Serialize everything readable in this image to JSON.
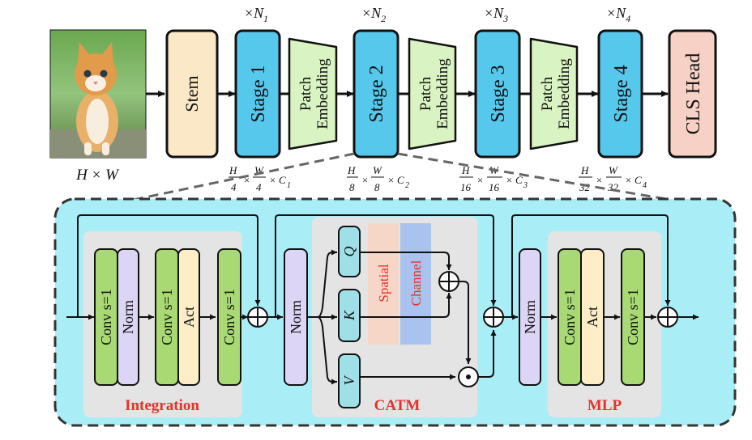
{
  "top": {
    "input_caption": "H × W",
    "stem": "Stem",
    "stages": [
      "Stage 1",
      "Stage 2",
      "Stage 3",
      "Stage 4"
    ],
    "repeat": [
      "×N1",
      "×N2",
      "×N3",
      "×N4"
    ],
    "patch_embedding_line1": "Patch",
    "patch_embedding_line2": "Embedding",
    "head": "CLS Head",
    "dims": [
      {
        "h": "H",
        "hd": "4",
        "w": "W",
        "wd": "4",
        "c": "C1"
      },
      {
        "h": "H",
        "hd": "8",
        "w": "W",
        "wd": "8",
        "c": "C2"
      },
      {
        "h": "H",
        "hd": "16",
        "w": "W",
        "wd": "16",
        "c": "C3"
      },
      {
        "h": "H",
        "hd": "32",
        "w": "W",
        "wd": "32",
        "c": "C4"
      }
    ]
  },
  "detail": {
    "integration": {
      "title": "Integration",
      "blocks": [
        "Conv s=1",
        "Norm",
        "Conv s=1",
        "Act",
        "Conv s=1"
      ]
    },
    "catm": {
      "title": "CATM",
      "norm": "Norm",
      "q": "Q",
      "k": "K",
      "v": "V",
      "spatial": "Spatial",
      "channel": "Channel"
    },
    "mlp": {
      "title": "MLP",
      "blocks": [
        "Norm",
        "Conv s=1",
        "Act",
        "Conv s=1"
      ]
    }
  },
  "colors": {
    "stem": "#fbe8c6",
    "stage": "#56c8ec",
    "patch": "#d9f3c2",
    "head": "#f7d1c5",
    "panel": "#a9eef6",
    "gray": "#e4e4e4",
    "conv": "#a9d973",
    "norm": "#dcd5f6",
    "act": "#fdeec8",
    "qkv": "#9fdfe8",
    "spatial": "#f6d6c6",
    "channel": "#a9c3ee",
    "red": "#e8302a"
  }
}
